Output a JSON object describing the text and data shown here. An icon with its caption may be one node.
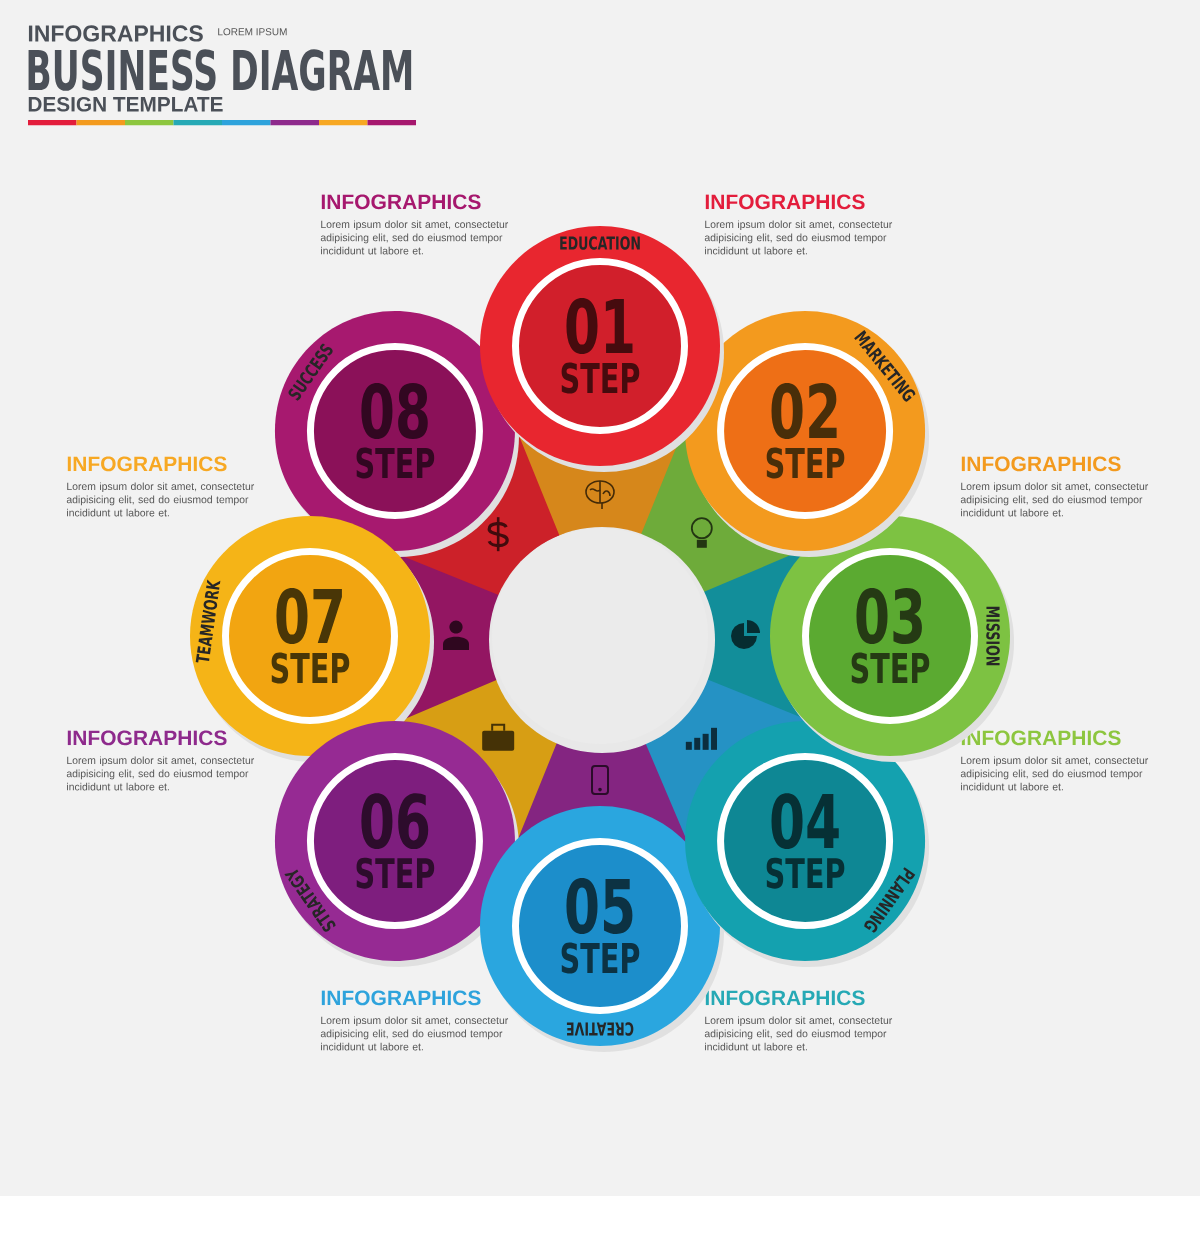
{
  "diagram": {
    "title": "BUSINESS DIAGRAM",
    "nodes": [
      {
        "text": [
          "EDUCATION",
          "01",
          "STEP"
        ]
      },
      {
        "text": [
          "02",
          "STEP",
          "MARKETING"
        ]
      },
      {
        "text": [
          "03",
          "STEP",
          "MISSION"
        ]
      },
      {
        "text": [
          "04",
          "STEP",
          "PLANNING"
        ]
      },
      {
        "text": [
          "05",
          "STEP",
          "CREATIVE"
        ]
      },
      {
        "text": [
          "06",
          "STEP",
          "STRATEGY"
        ]
      },
      {
        "text": [
          "07",
          "STEP",
          "TEAMWORK"
        ]
      },
      {
        "text": [
          "08",
          "STEP",
          "SUCCESS"
        ]
      }
    ],
    "labels": [
      "INFOGRAPHICS",
      "LOREM IPSUM",
      "DESIGN TEMPLATE",
      "INFOGRAPHICS",
      "Lorem ipsum dolor sit amet, consectetur adipisicing elit, sed do eiusmod tempor incididunt ut labore et.",
      "INFOGRAPHICS",
      "Lorem ipsum dolor sit amet, consectetur adipisicing elit, sed do eiusmod tempor incididunt ut labore et.",
      "INFOGRAPHICS",
      "Lorem ipsum dolor sit amet, consectetur adipisicing elit, sed do eiusmod tempor incididunt ut labore et.",
      "INFOGRAPHICS",
      "Lorem ipsum dolor sit amet, consectetur adipisicing elit, sed do eiusmod tempor incididunt ut labore et.",
      "INFOGRAPHICS",
      "Lorem ipsum dolor sit amet, consectetur adipisicing elit, sed do eiusmod tempor incididunt ut labore et.",
      "INFOGRAPHICS",
      "Lorem ipsum dolor sit amet, consectetur adipisicing elit, sed do eiusmod tempor incididunt ut labore et.",
      "INFOGRAPHICS",
      "Lorem ipsum dolor sit amet, consectetur adipisicing elit, sed do eiusmod tempor incididunt ut labore et.",
      "INFOGRAPHICS",
      "Lorem ipsum dolor sit amet, consectetur adipisicing elit, sed do eiusmod tempor incididunt ut labore et."
    ]
  }
}
